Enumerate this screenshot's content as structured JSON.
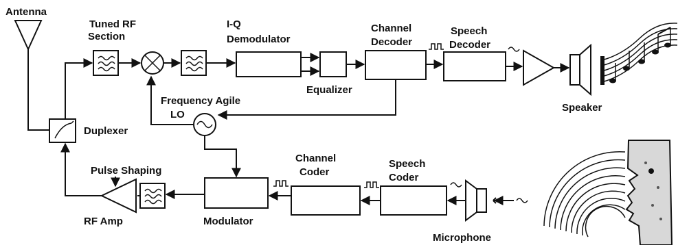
{
  "labels": {
    "antenna": "Antenna",
    "tuned_rf_1": "Tuned RF",
    "tuned_rf_2": "Section",
    "iq_1": "I-Q",
    "iq_2": "Demodulator",
    "channel_decoder_1": "Channel",
    "channel_decoder_2": "Decoder",
    "speech_decoder_1": "Speech",
    "speech_decoder_2": "Decoder",
    "equalizer": "Equalizer",
    "freq_agile_1": "Frequency Agile",
    "freq_agile_2": "LO",
    "duplexer": "Duplexer",
    "speaker": "Speaker",
    "pulse_shaping": "Pulse Shaping",
    "channel_coder_1": "Channel",
    "channel_coder_2": "Coder",
    "speech_coder_1": "Speech",
    "speech_coder_2": "Coder",
    "rf_amp": "RF Amp",
    "modulator": "Modulator",
    "microphone": "Microphone"
  },
  "icons": {
    "antenna": "antenna-icon",
    "mixer": "mixer-icon",
    "filter": "bandpass-filter-icon",
    "oscillator": "oscillator-icon",
    "amplifier": "amplifier-icon",
    "speaker": "speaker-icon",
    "microphone": "microphone-icon",
    "music": "music-notes-icon",
    "face": "speaking-face-icon"
  }
}
